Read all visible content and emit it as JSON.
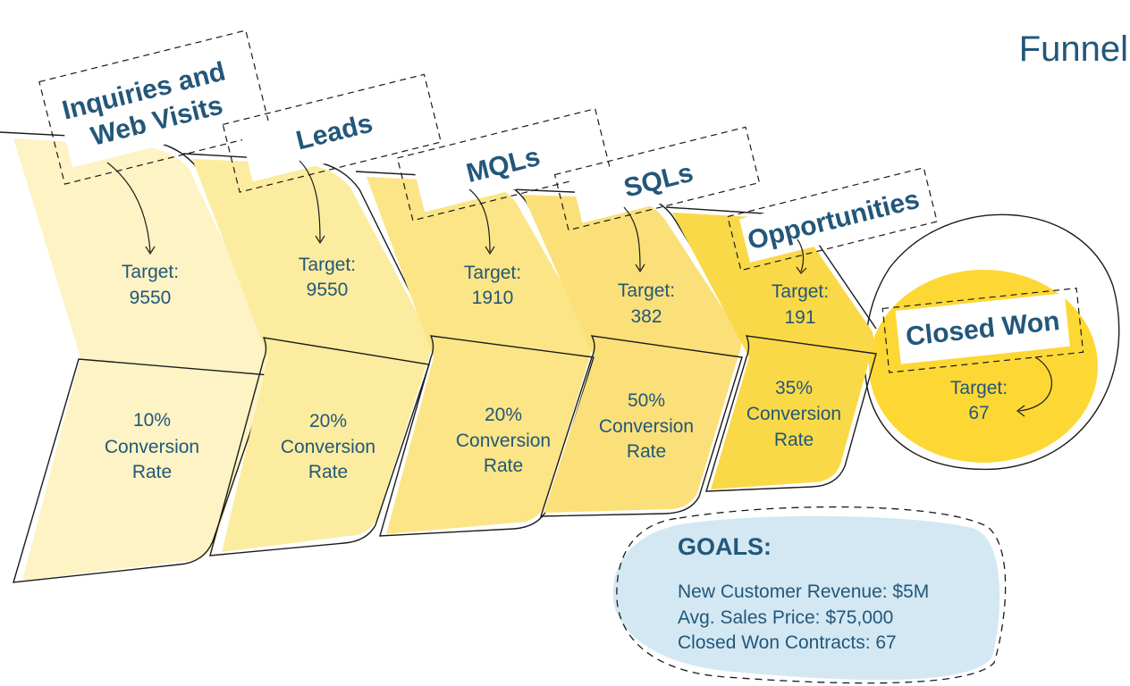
{
  "title": "Funnel",
  "colors": {
    "text": "#23577a",
    "outline": "#1b1b1b",
    "goals_blob": "#d3e8f3",
    "stage_fills": [
      "#fdf3c4",
      "#fcec9f",
      "#fbe586",
      "#fbe079",
      "#fad948"
    ],
    "closed_won_fill": "#fdd835"
  },
  "stages": [
    {
      "label_lines": [
        "Inquiries and",
        "Web Visits"
      ],
      "target_label": "Target:",
      "target_value": "9550",
      "conversion_pct": "10%",
      "conversion_lines": [
        "Conversion",
        "Rate"
      ]
    },
    {
      "label_lines": [
        "Leads"
      ],
      "target_label": "Target:",
      "target_value": "9550",
      "conversion_pct": "20%",
      "conversion_lines": [
        "Conversion",
        "Rate"
      ]
    },
    {
      "label_lines": [
        "MQLs"
      ],
      "target_label": "Target:",
      "target_value": "1910",
      "conversion_pct": "20%",
      "conversion_lines": [
        "Conversion",
        "Rate"
      ]
    },
    {
      "label_lines": [
        "SQLs"
      ],
      "target_label": "Target:",
      "target_value": "382",
      "conversion_pct": "50%",
      "conversion_lines": [
        "Conversion",
        "Rate"
      ]
    },
    {
      "label_lines": [
        "Opportunities"
      ],
      "target_label": "Target:",
      "target_value": "191",
      "conversion_pct": "35%",
      "conversion_lines": [
        "Conversion",
        "Rate"
      ]
    }
  ],
  "closed_won": {
    "label": "Closed Won",
    "target_label": "Target:",
    "target_value": "67"
  },
  "goals": {
    "heading": "GOALS:",
    "lines": [
      "New Customer Revenue: $5M",
      "Avg. Sales Price: $75,000",
      "Closed Won Contracts: 67"
    ]
  }
}
